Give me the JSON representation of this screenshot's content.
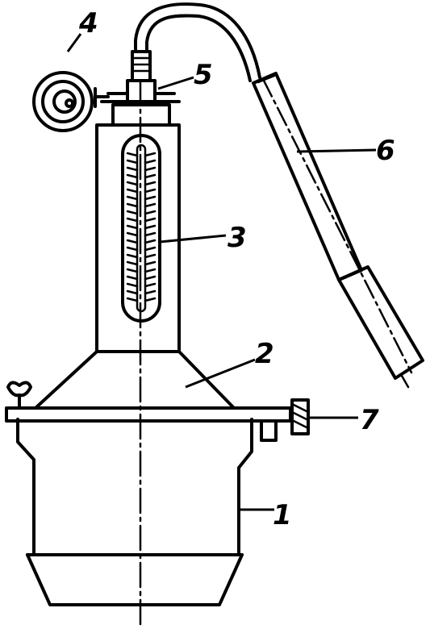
{
  "labels": {
    "l1": "1",
    "l2": "2",
    "l3": "3",
    "l4": "4",
    "l5": "5",
    "l6": "6",
    "l7": "7"
  },
  "colors": {
    "ink": "#000000",
    "paper": "#ffffff"
  }
}
